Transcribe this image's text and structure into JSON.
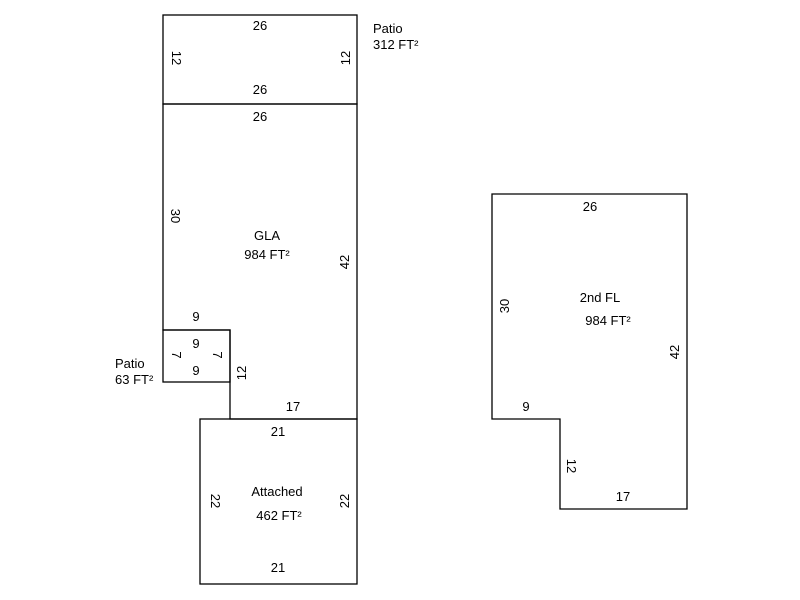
{
  "areas": {
    "patio_top": {
      "name": "Patio",
      "area": "312 FT²",
      "top": "26",
      "bottom": "26",
      "left": "12",
      "right": "12"
    },
    "gla": {
      "name": "GLA",
      "area": "984 FT²",
      "top": "26",
      "left": "30",
      "right": "42",
      "notch_top": "9",
      "notch_side": "12",
      "bottom": "17"
    },
    "patio_small": {
      "name": "Patio",
      "area": "63 FT²",
      "top": "9",
      "bottom": "9",
      "left": "7",
      "right": "7"
    },
    "attached": {
      "name": "Attached",
      "area": "462 FT²",
      "top": "21",
      "bottom": "21",
      "left": "22",
      "right": "22"
    },
    "second_floor": {
      "name": "2nd FL",
      "area": "984 FT²",
      "top": "26",
      "left": "30",
      "right": "42",
      "notch_top": "9",
      "notch_side": "12",
      "bottom": "17"
    }
  }
}
